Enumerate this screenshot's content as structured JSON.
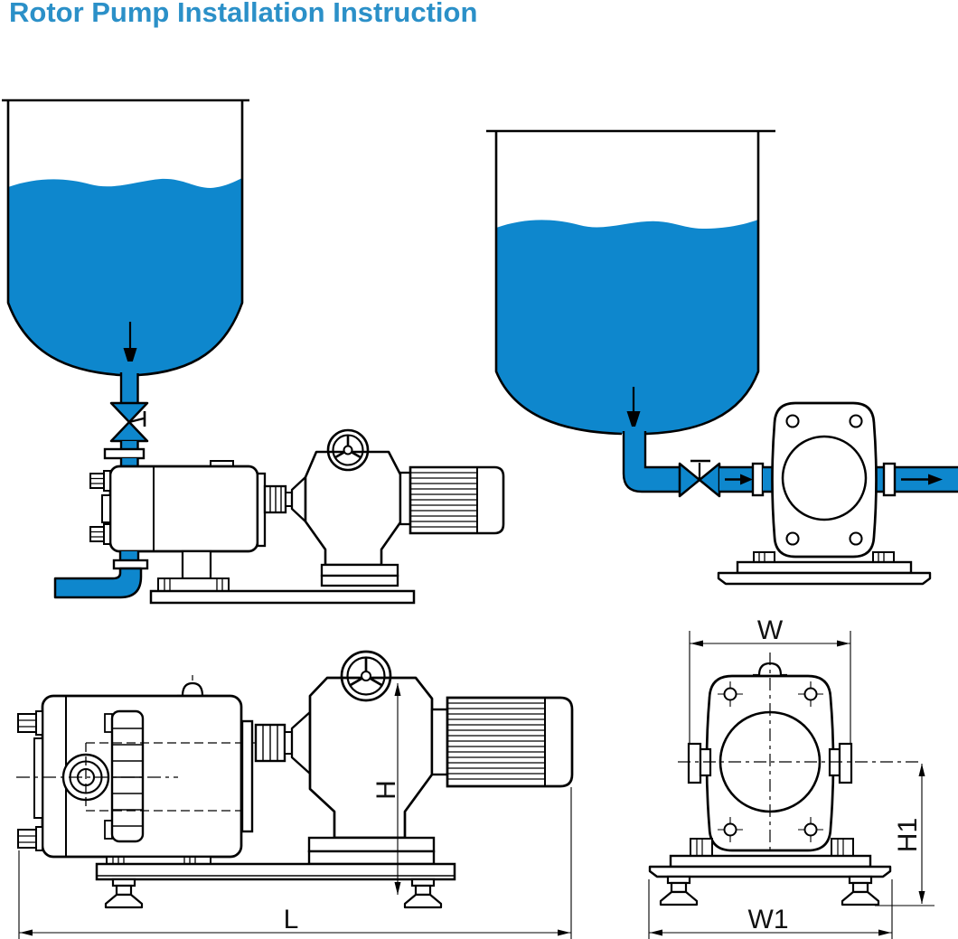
{
  "page": {
    "title": "Rotor Pump Installation Instruction",
    "background": "#ffffff"
  },
  "colors": {
    "title_text": "#2b90c8",
    "liquid": "#0e87cd",
    "outline": "#000000",
    "dimension_text": "#111111"
  },
  "dims": {
    "L": "L",
    "H": "H",
    "W": "W",
    "W1": "W1",
    "H1": "H1"
  }
}
